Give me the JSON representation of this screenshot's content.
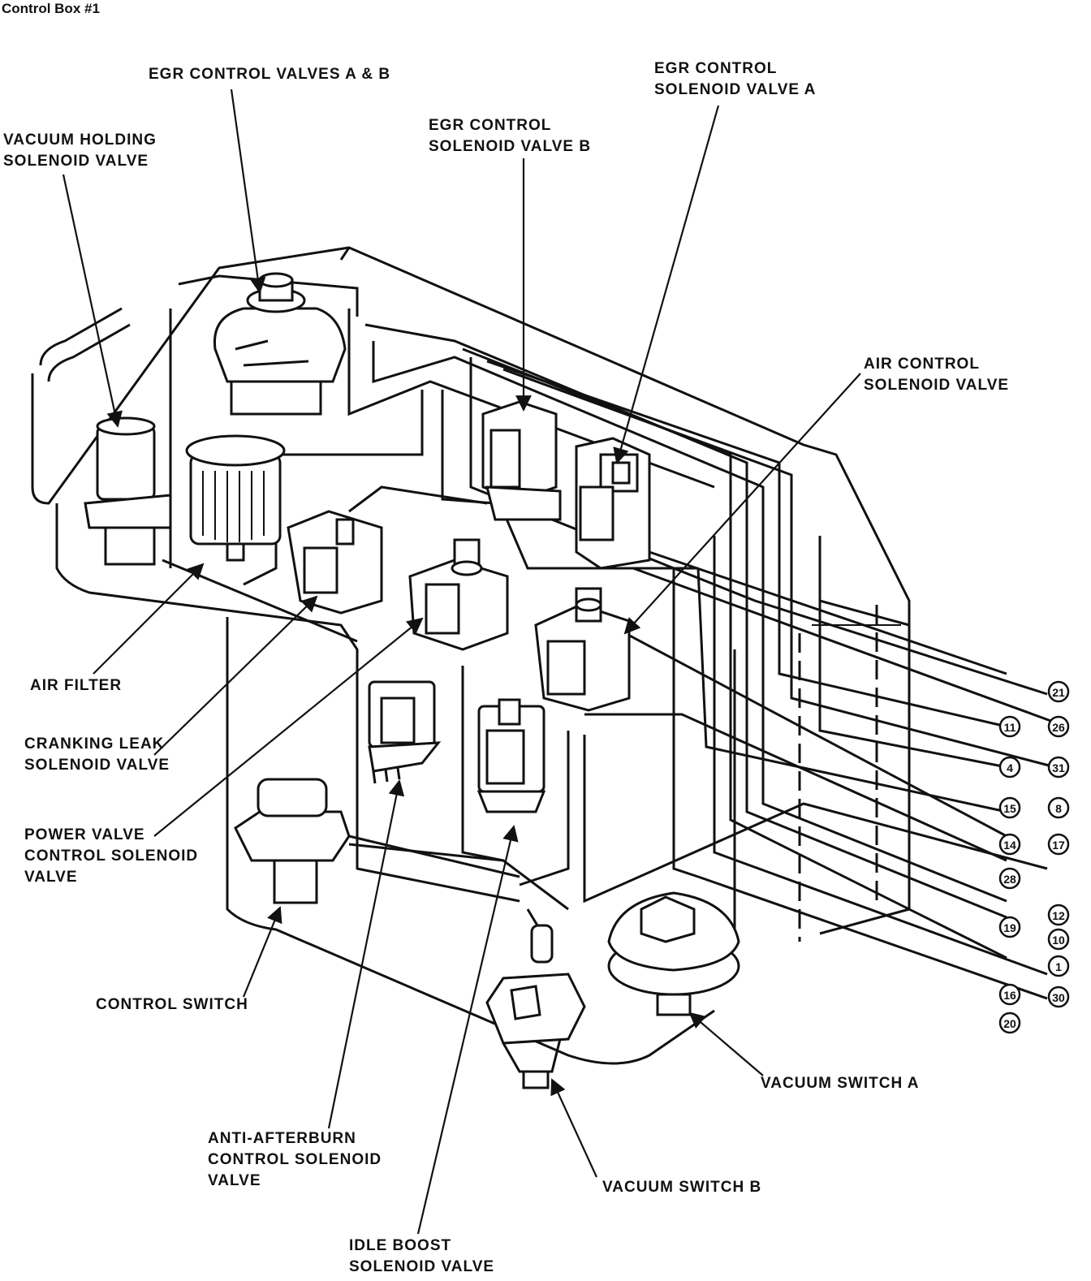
{
  "title": "Control Box #1",
  "labels": {
    "egr_control_valves": [
      "EGR CONTROL  VALVES A & B"
    ],
    "egr_solenoid_a": [
      "EGR CONTROL",
      "SOLENOID VALVE A"
    ],
    "egr_solenoid_b": [
      "EGR CONTROL",
      "SOLENOID VALVE B"
    ],
    "vacuum_holding": [
      "VACUUM HOLDING",
      "SOLENOID VALVE"
    ],
    "air_control": [
      "AIR CONTROL",
      "SOLENOID VALVE"
    ],
    "air_filter": [
      "AIR FILTER"
    ],
    "cranking_leak": [
      "CRANKING LEAK",
      "SOLENOID VALVE"
    ],
    "power_valve": [
      "POWER VALVE",
      "CONTROL SOLENOID",
      "VALVE"
    ],
    "control_switch": [
      "CONTROL SWITCH"
    ],
    "anti_afterburn": [
      "ANTI-AFTERBURN",
      "CONTROL SOLENOID",
      "VALVE"
    ],
    "idle_boost": [
      "IDLE BOOST",
      "SOLENOID VALVE"
    ],
    "vacuum_switch_a": [
      "VACUUM SWITCH  A"
    ],
    "vacuum_switch_b": [
      "VACUUM SWITCH B"
    ]
  },
  "ports": [
    "21",
    "11",
    "26",
    "4",
    "31",
    "15",
    "8",
    "14",
    "17",
    "28",
    "12",
    "19",
    "10",
    "1",
    "16",
    "30",
    "20"
  ]
}
